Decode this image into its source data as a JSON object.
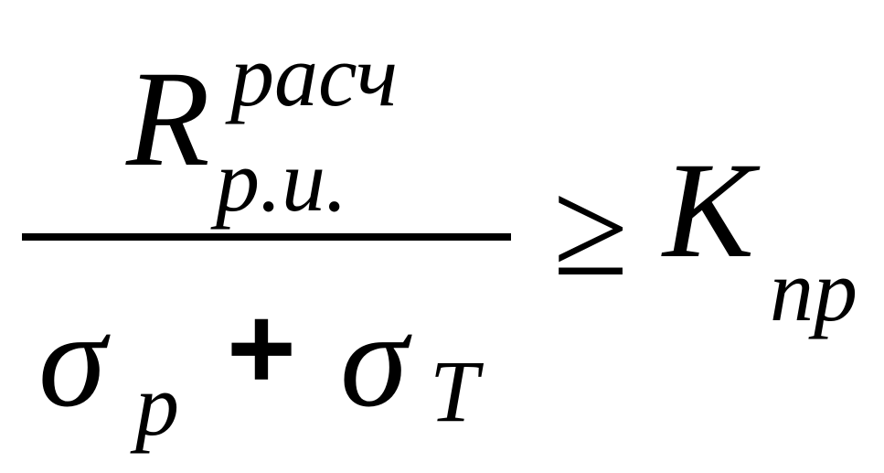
{
  "formula": {
    "numerator": {
      "base": "R",
      "superscript": "расч",
      "subscript": "р.и."
    },
    "denominator": {
      "term1": {
        "symbol": "σ",
        "subscript": "р"
      },
      "operator": "+",
      "term2": {
        "symbol": "σ",
        "subscript": "T"
      }
    },
    "relation": "≥",
    "rhs": {
      "base": "K",
      "subscript": "пр"
    }
  }
}
